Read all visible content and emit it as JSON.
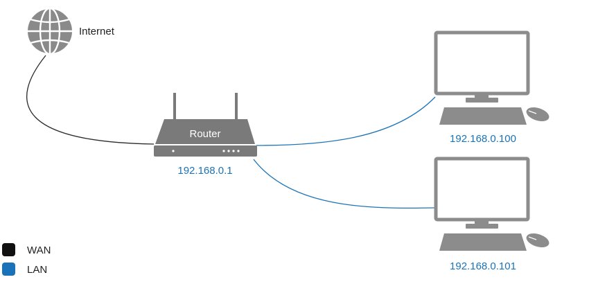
{
  "colors": {
    "wan": "#2a2a2a",
    "lan": "#1a73b8",
    "device_gray": "#8c8c8c",
    "device_gray_dark": "#7a7a7a",
    "label_text": "#222222",
    "router_text": "#ffffff"
  },
  "nodes": {
    "internet": {
      "label": "Internet",
      "icon": "globe-icon"
    },
    "router": {
      "label": "Router",
      "ip": "192.168.0.1",
      "icon": "router-icon"
    },
    "pc1": {
      "ip": "192.168.0.100",
      "icon": "desktop-computer-icon"
    },
    "pc2": {
      "ip": "192.168.0.101",
      "icon": "desktop-computer-icon"
    }
  },
  "legend": [
    {
      "label": "WAN",
      "color": "#111111"
    },
    {
      "label": "LAN",
      "color": "#1a73b8"
    }
  ]
}
